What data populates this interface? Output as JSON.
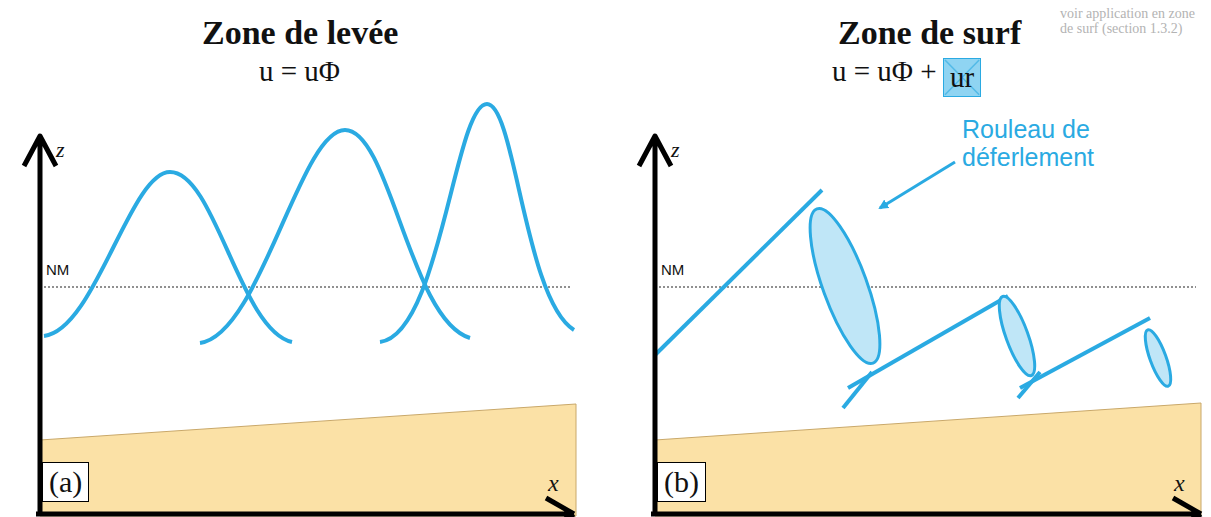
{
  "diagram": {
    "nodes": [
      {
        "text": [
          "(a)"
        ]
      },
      {
        "text": [
          "(b)"
        ]
      },
      {
        "text": [
          "ur"
        ]
      }
    ],
    "labels": [
      "Zone de levée",
      "u = uΦ",
      "Zone de surf",
      "u = uΦ +",
      "voir application en zone de surf (section 1.3.2)",
      "Rouleau de déferlement",
      "NM",
      "NM",
      "z",
      "z",
      "x",
      "x"
    ]
  }
}
